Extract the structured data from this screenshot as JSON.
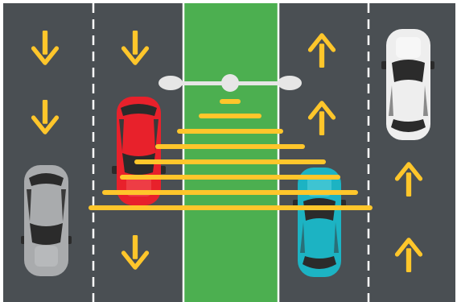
{
  "scene": {
    "colors": {
      "road": "#4a4f53",
      "median": "#4caf50",
      "lane_marking": "#ffffff",
      "arrow": "#ffc62b",
      "sensor_beam": "#ffc62b",
      "sensor_device": "#e6e6e6"
    },
    "lanes": [
      {
        "name": "lane-1",
        "direction": "down"
      },
      {
        "name": "lane-2",
        "direction": "down"
      },
      {
        "name": "median-strip",
        "direction": "none"
      },
      {
        "name": "lane-3",
        "direction": "up"
      },
      {
        "name": "lane-4",
        "direction": "up"
      }
    ],
    "vehicles": [
      {
        "name": "grey-car",
        "color": "#a9abad",
        "heading": "down"
      },
      {
        "name": "red-car",
        "color": "#e8212b",
        "heading": "down"
      },
      {
        "name": "teal-car",
        "color": "#1cb3c3",
        "heading": "up"
      },
      {
        "name": "white-car",
        "color": "#eeeeee",
        "heading": "up"
      }
    ],
    "direction_arrows": [
      {
        "lane": "lane-1",
        "direction": "down"
      },
      {
        "lane": "lane-1",
        "direction": "down"
      },
      {
        "lane": "lane-2",
        "direction": "down"
      },
      {
        "lane": "lane-2",
        "direction": "down"
      },
      {
        "lane": "lane-3",
        "direction": "up"
      },
      {
        "lane": "lane-3",
        "direction": "up"
      },
      {
        "lane": "lane-4",
        "direction": "up"
      },
      {
        "lane": "lane-4",
        "direction": "up"
      }
    ],
    "sensor": {
      "name": "overhead-sensor",
      "beam_count": 8
    }
  }
}
